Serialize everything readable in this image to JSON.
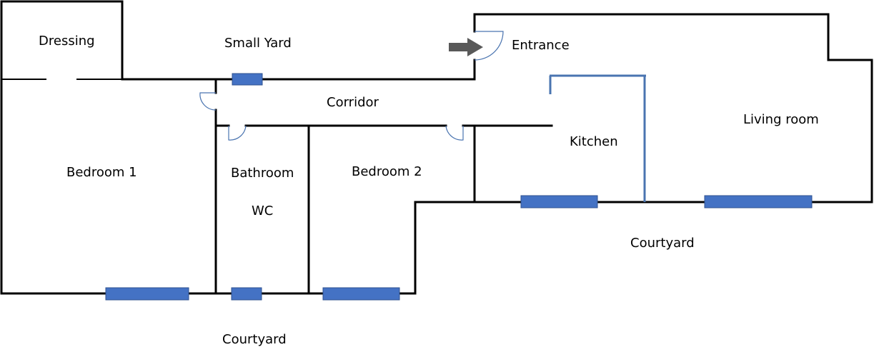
{
  "labels": {
    "dressing": "Dressing",
    "small_yard": "Small Yard",
    "entrance": "Entrance",
    "corridor": "Corridor",
    "living_room": "Living room",
    "kitchen": "Kitchen",
    "bedroom1": "Bedroom 1",
    "bathroom": "Bathroom",
    "wc": "WC",
    "bedroom2": "Bedroom 2",
    "courtyard_right": "Courtyard",
    "courtyard_bottom": "Courtyard"
  },
  "colors": {
    "wall": "#000000",
    "window": "#4472c4",
    "door": "#4a74b0",
    "kitchen_partition": "#4a74b0",
    "entrance_arrow": "#595959"
  },
  "icons": {
    "entrance_arrow": "arrow-right-icon"
  }
}
